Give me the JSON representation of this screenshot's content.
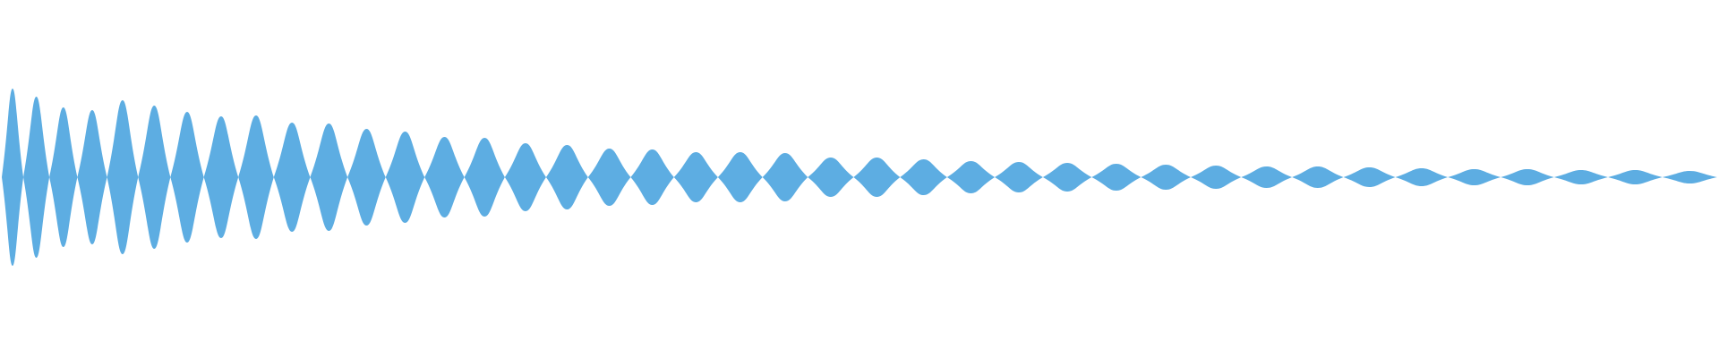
{
  "waveform": {
    "fill_color": "#5dade2",
    "background_color": "#ffffff",
    "lobes": [
      {
        "amp": 0.99
      },
      {
        "amp": 0.9
      },
      {
        "amp": 0.78
      },
      {
        "amp": 0.75
      },
      {
        "amp": 0.86
      },
      {
        "amp": 0.8
      },
      {
        "amp": 0.73
      },
      {
        "amp": 0.68
      },
      {
        "amp": 0.69
      },
      {
        "amp": 0.61
      },
      {
        "amp": 0.6
      },
      {
        "amp": 0.54
      },
      {
        "amp": 0.51
      },
      {
        "amp": 0.45
      },
      {
        "amp": 0.44
      },
      {
        "amp": 0.38
      },
      {
        "amp": 0.36
      },
      {
        "amp": 0.32
      },
      {
        "amp": 0.31
      },
      {
        "amp": 0.28
      },
      {
        "amp": 0.28
      },
      {
        "amp": 0.27
      },
      {
        "amp": 0.22
      },
      {
        "amp": 0.22
      },
      {
        "amp": 0.2
      },
      {
        "amp": 0.18
      },
      {
        "amp": 0.17
      },
      {
        "amp": 0.16
      },
      {
        "amp": 0.15
      },
      {
        "amp": 0.14
      },
      {
        "amp": 0.13
      },
      {
        "amp": 0.12
      },
      {
        "amp": 0.12
      },
      {
        "amp": 0.11
      },
      {
        "amp": 0.1
      },
      {
        "amp": 0.09
      },
      {
        "amp": 0.09
      },
      {
        "amp": 0.08
      },
      {
        "amp": 0.08
      },
      {
        "amp": 0.07
      }
    ]
  }
}
